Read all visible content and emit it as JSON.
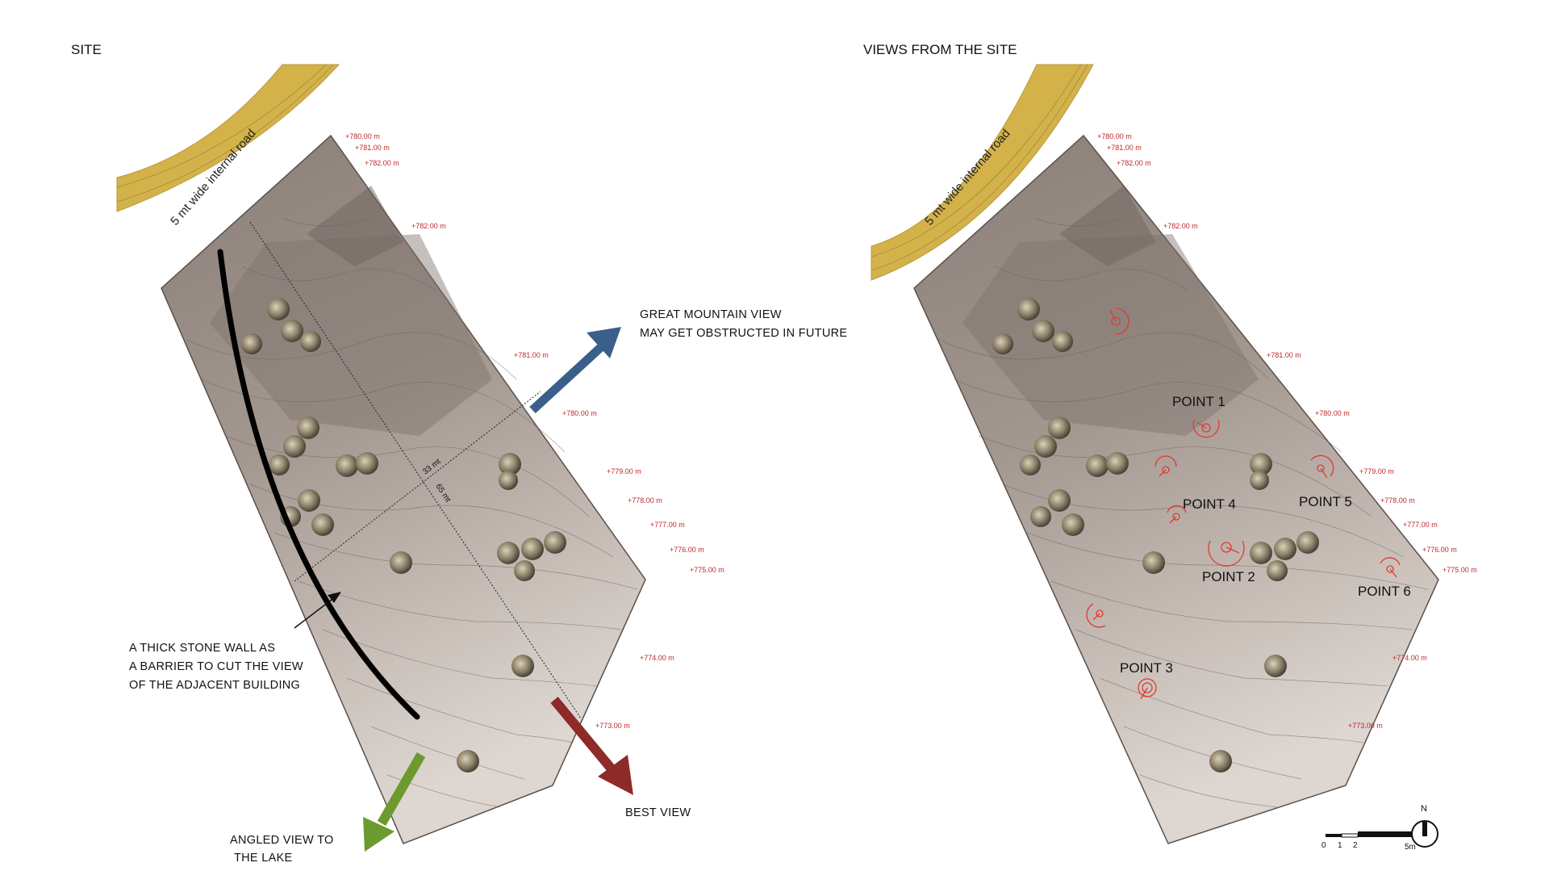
{
  "left_panel": {
    "title": "SITE",
    "road_label": "5 mt wide internal road",
    "elevations": [
      "+780.00 m",
      "+781.00 m",
      "+782.00 m",
      "+782.00 m",
      "+781.00 m",
      "+780.00 m",
      "+779.00 m",
      "+778.00 m",
      "+777.00 m",
      "+776.00 m",
      "+775.00 m",
      "+774.00 m",
      "+773.00 m"
    ],
    "dimensions": {
      "width": "33 mt",
      "length": "65 mt"
    },
    "annotations": {
      "mountain_view": [
        "GREAT  MOUNTAIN  VIEW",
        "MAY  GET  OBSTRUCTED   IN  FUTURE"
      ],
      "stone_wall": [
        "A THICK STONE  WALL AS",
        "A  BARRIER  TO CUT  THE  VIEW",
        "OF THE ADJACENT   BUILDING"
      ],
      "best_view": "BEST VIEW",
      "lake_view": [
        "ANGLED   VIEW  TO",
        "THE  LAKE"
      ]
    },
    "colors": {
      "mountain_arrow": "#3a5f8a",
      "best_view_arrow": "#8e2a28",
      "lake_arrow": "#6c9a2e",
      "wall": "#000000"
    }
  },
  "right_panel": {
    "title": "VIEWS FROM  THE  SITE",
    "road_label": "5 mt wide internal road",
    "elevations": [
      "+780.00 m",
      "+781.00 m",
      "+782.00 m",
      "+782.00 m",
      "+781.00 m",
      "+780.00 m",
      "+779.00 m",
      "+778.00 m",
      "+777.00 m",
      "+776.00 m",
      "+775.00 m",
      "+774.00 m",
      "+773.00 m"
    ],
    "points": [
      "POINT 1",
      "POINT 2",
      "POINT 3",
      "POINT 4",
      "POINT 5",
      "POINT 6"
    ],
    "north_label": "N",
    "scale_labels": [
      "0",
      "1",
      "2",
      "5m"
    ],
    "colors": {
      "viewpoint_marker": "#e03a30"
    }
  },
  "colors": {
    "road": "#d4b24a",
    "road_edge": "#bfa040",
    "site_dark": "#8c8078",
    "site_light": "#d8d0ca",
    "contour": "#6e625c",
    "elevation_text": "#c0282d"
  }
}
